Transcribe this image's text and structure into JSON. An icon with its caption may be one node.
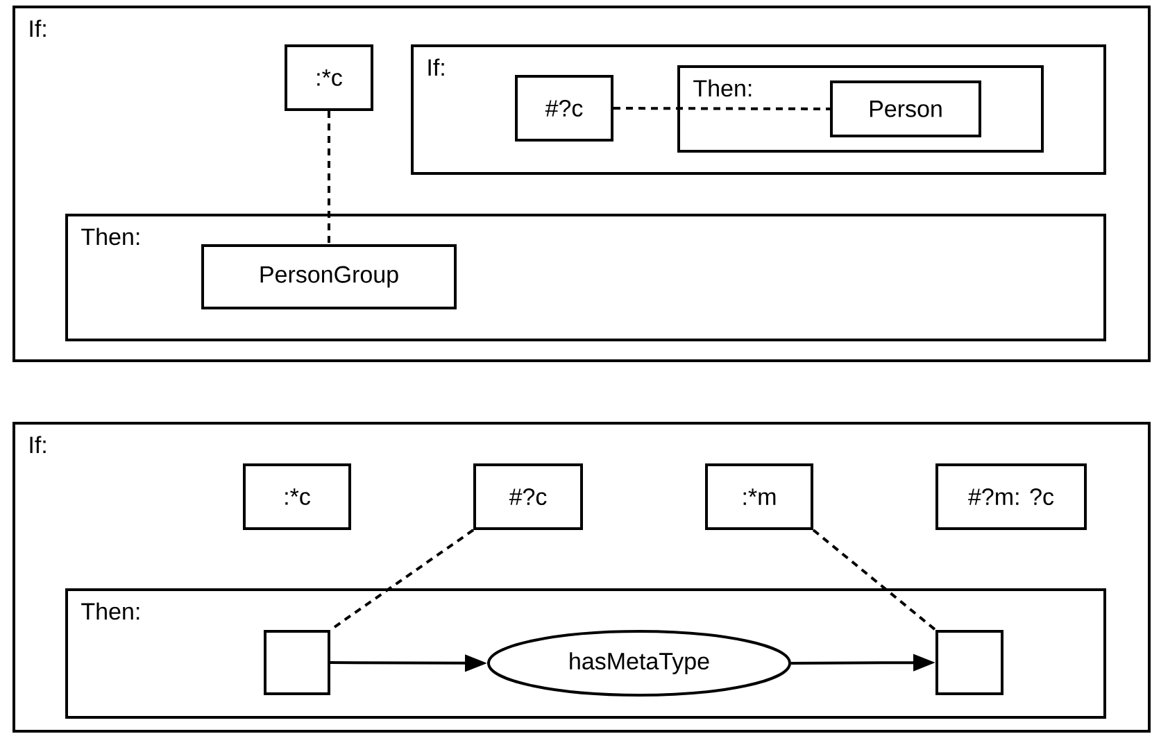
{
  "diagram": {
    "nodes": [
      {
        "text": [
          "If:"
        ]
      },
      {
        "text": [
          ":*c"
        ],
        "in": 0
      },
      {
        "text": [
          "If:"
        ],
        "in": 0
      },
      {
        "text": [
          "#?c"
        ],
        "in": 2
      },
      {
        "text": [
          "Then:"
        ],
        "in": 2
      },
      {
        "text": [
          "Person"
        ],
        "in": 4
      },
      {
        "text": [
          "Then:"
        ],
        "in": 0
      },
      {
        "text": [
          "PersonGroup"
        ],
        "in": 6
      },
      {
        "text": [
          "If:"
        ]
      },
      {
        "text": [
          ":*c"
        ],
        "in": 8
      },
      {
        "text": [
          "#?c"
        ],
        "in": 8
      },
      {
        "text": [
          ":*m"
        ],
        "in": 8
      },
      {
        "text": [
          "#?m: ?c"
        ],
        "in": 8
      },
      {
        "text": [
          "Then:"
        ],
        "in": 8
      },
      {
        "text": [],
        "shape": "box",
        "in": 13
      },
      {
        "text": [
          "hasMetaType"
        ],
        "in": 13
      },
      {
        "text": [],
        "shape": "box",
        "in": 13
      }
    ],
    "edges": [
      {
        "from": 1,
        "to": 7,
        "arrow": "none",
        "style": "dashed"
      },
      {
        "from": 3,
        "to": 5,
        "arrow": "none",
        "style": "dashed"
      },
      {
        "from": 10,
        "to": 14,
        "arrow": "none",
        "style": "dashed"
      },
      {
        "from": 11,
        "to": 16,
        "arrow": "none",
        "style": "dashed"
      },
      {
        "from": 14,
        "to": 15,
        "arrow": "to"
      },
      {
        "from": 15,
        "to": 16,
        "arrow": "to"
      }
    ]
  }
}
